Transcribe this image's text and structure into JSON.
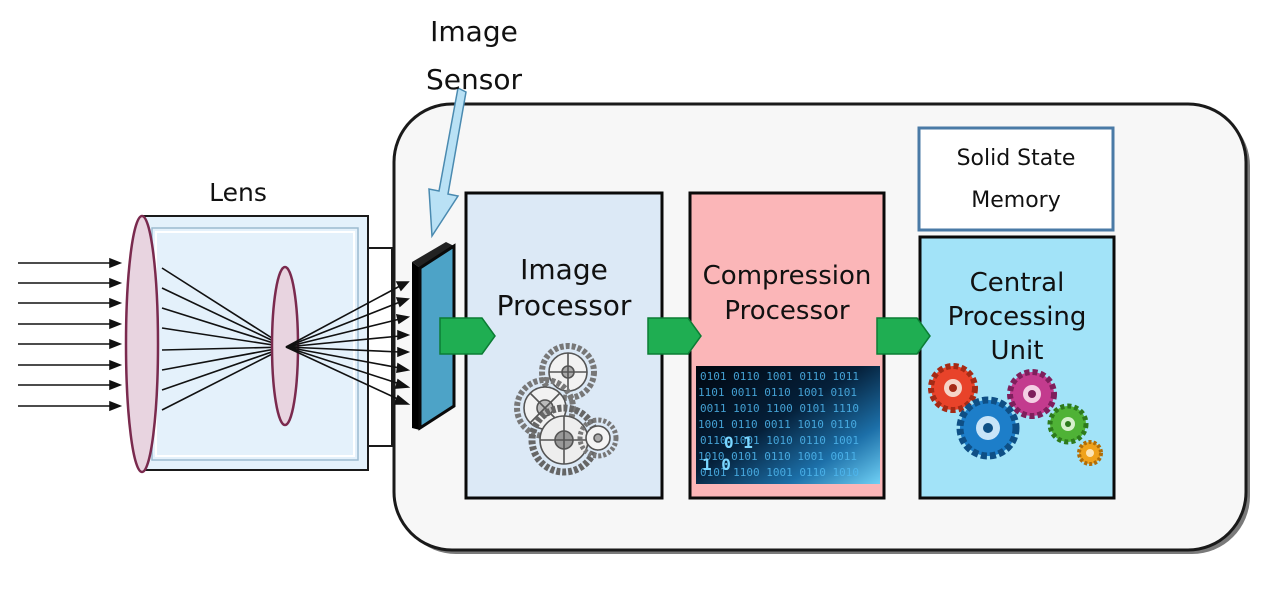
{
  "labels": {
    "lens": "Lens",
    "image_sensor": [
      "Image",
      "Sensor"
    ],
    "image_processor": [
      "Image",
      "Processor"
    ],
    "compression_processor": [
      "Compression",
      "Processor"
    ],
    "cpu": [
      "Central",
      "Processing",
      "Unit"
    ],
    "memory": [
      "Solid State",
      "Memory"
    ]
  },
  "colors": {
    "lens_element": "#e8d4e0",
    "lens_outline": "#7a2a4e",
    "lens_barrel": "#e4f1fb",
    "sensor_face": "#4da3c7",
    "sensor_callout": "#b9e1f5",
    "image_processor_fill": "#dce9f6",
    "compression_processor_fill": "#fbb6b8",
    "cpu_fill": "#a2e3f8",
    "memory_border": "#4a7aa6",
    "flow_arrow": "#1fae52",
    "camera_body": "#f7f7f7"
  },
  "icons": {
    "image_processor": "mechanical-gears-icon",
    "compression_processor": "binary-data-tunnel-icon",
    "cpu": "colorful-gears-icon"
  }
}
